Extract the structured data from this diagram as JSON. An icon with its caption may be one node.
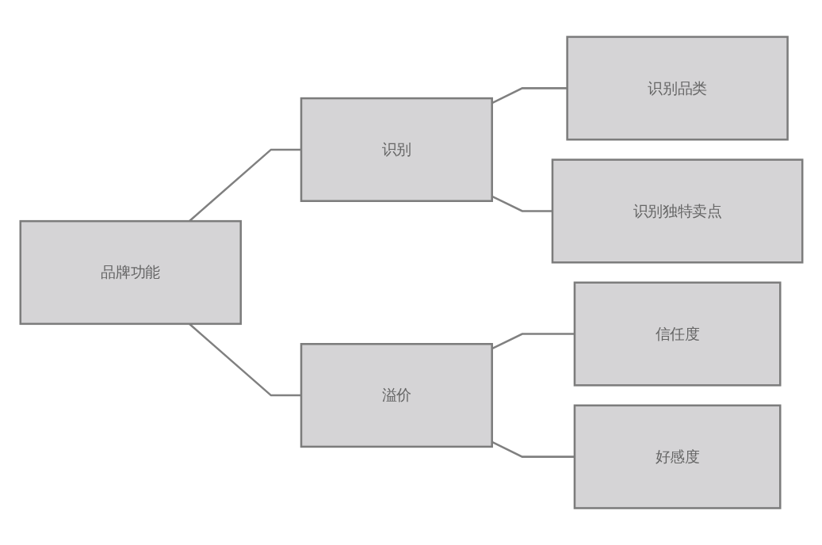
{
  "diagram": {
    "nodes": [
      {
        "text": [
          "品牌功能"
        ]
      },
      {
        "text": [
          "识别"
        ]
      },
      {
        "text": [
          "溢价"
        ]
      },
      {
        "text": [
          "识别品类"
        ]
      },
      {
        "text": [
          "识别独特卖点"
        ]
      },
      {
        "text": [
          "信任度"
        ]
      },
      {
        "text": [
          "好感度"
        ]
      }
    ],
    "edges": [
      {
        "from": 0,
        "to": 1,
        "arrow": "none"
      },
      {
        "from": 0,
        "to": 2,
        "arrow": "none"
      },
      {
        "from": 1,
        "to": 3,
        "arrow": "none"
      },
      {
        "from": 1,
        "to": 4,
        "arrow": "none"
      },
      {
        "from": 2,
        "to": 5,
        "arrow": "none"
      },
      {
        "from": 2,
        "to": 6,
        "arrow": "none"
      }
    ]
  }
}
